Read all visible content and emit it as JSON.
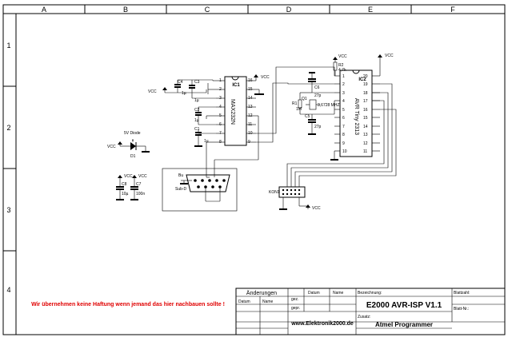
{
  "sheet": {
    "columns": [
      "A",
      "B",
      "C",
      "D",
      "E",
      "F"
    ],
    "rows": [
      "1",
      "2",
      "3",
      "4"
    ]
  },
  "ic1": {
    "label": "IC1",
    "part": "MAX232N",
    "left_pins": [
      "1",
      "2",
      "3",
      "4",
      "5",
      "6",
      "7",
      "8"
    ],
    "right_pins": [
      "16",
      "15",
      "14",
      "13",
      "12",
      "11",
      "10",
      "9"
    ]
  },
  "ic2": {
    "label": "IC2",
    "part": "AVR Tiny 2313",
    "left_pins": [
      "1",
      "2",
      "3",
      "4",
      "5",
      "6",
      "7",
      "8",
      "9",
      "10"
    ],
    "right_pins": [
      "20",
      "19",
      "18",
      "17",
      "16",
      "15",
      "14",
      "13",
      "12",
      "11"
    ]
  },
  "components": {
    "c4": "C4",
    "c4_val": "1µ",
    "c3": "C3",
    "c3_val": "1µ",
    "c2": "C2",
    "c2_val": "1µ",
    "c1": "C1",
    "c1_val": "1µ",
    "c5": "C5",
    "c5_val": "27p",
    "c6": "C6",
    "c6_val": "27p",
    "c8": "C8",
    "c8_val": "10µ",
    "c7": "C7",
    "c7_val": "100n",
    "r1": "R1",
    "r1_val": "1M",
    "r2": "R2",
    "r2_val": "4,7k",
    "q1": "Q1",
    "crystal": "3,6728 MHZ",
    "diode_title": "5V Diode",
    "d1": "D1",
    "dsub_label": "Bu",
    "dsub_type": "Sub-D",
    "kon": "KON1"
  },
  "nets": {
    "vcc": "VCC"
  },
  "disclaimer": "Wir übernehmen keine Haftung wenn jemand das hier nachbauen sollte !",
  "title_block": {
    "changes": "Änderungen",
    "datum": "Datum",
    "name": "Name",
    "gez": "gez.",
    "gepr": "gepr.",
    "bezeichnung": "Bezeichnung:",
    "blattzahl": "Blattzahl:",
    "blatt_nr": "Blatt-Nr.:",
    "zusatz": "Zusatz:",
    "title": "E2000 AVR-ISP V1.1",
    "subtitle": "Atmel Programmer",
    "website": "www.Elektronik2000.de"
  }
}
